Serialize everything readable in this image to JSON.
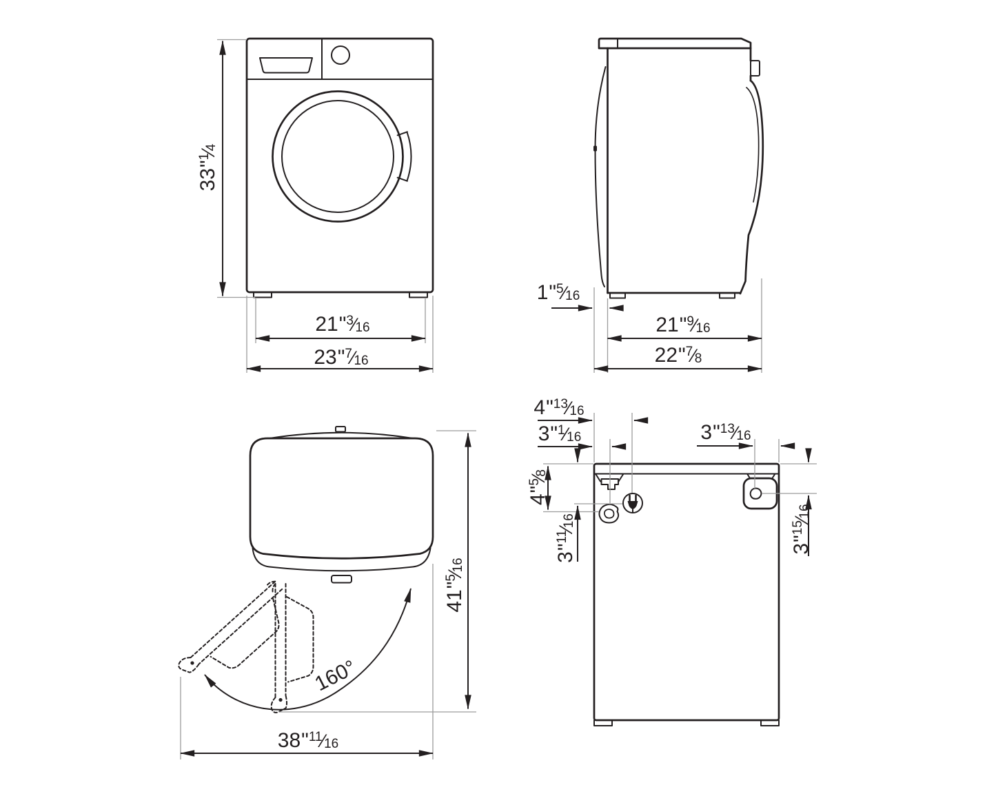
{
  "unit_symbol": "\"",
  "fraction_slash": "⁄",
  "colors": {
    "line": "#231f20",
    "extension": "#9c9c9c",
    "background": "#ffffff"
  },
  "icons": {
    "power": "power-plug-icon",
    "water": "water-inlet-icon",
    "drain": "drain-hose-icon"
  },
  "views": {
    "front": {
      "height": {
        "w": "33",
        "n": "1",
        "d": "4"
      },
      "feet_width": {
        "w": "21",
        "n": "3",
        "d": "16"
      },
      "overall_width": {
        "w": "23",
        "n": "7",
        "d": "16"
      }
    },
    "side": {
      "rear_gap": {
        "w": "1",
        "n": "5",
        "d": "16"
      },
      "body_depth": {
        "w": "21",
        "n": "9",
        "d": "16"
      },
      "overall_depth": {
        "w": "22",
        "n": "7",
        "d": "8"
      }
    },
    "top": {
      "door_angle": {
        "value": "160",
        "unit": "°"
      },
      "height_with_door": {
        "w": "41",
        "n": "5",
        "d": "16"
      },
      "depth_with_door": {
        "w": "38",
        "n": "11",
        "d": "16"
      }
    },
    "rear": {
      "plug_offset_x": {
        "w": "4",
        "n": "13",
        "d": "16"
      },
      "inlet_offset_x": {
        "w": "3",
        "n": "1",
        "d": "16"
      },
      "drain_offset_x": {
        "w": "3",
        "n": "13",
        "d": "16"
      },
      "inlet_offset_y": {
        "w": "4",
        "n": "5",
        "d": "8"
      },
      "plug_offset_y": {
        "w": "3",
        "n": "11",
        "d": "16"
      },
      "drain_offset_y": {
        "w": "3",
        "n": "15",
        "d": "16"
      }
    }
  }
}
